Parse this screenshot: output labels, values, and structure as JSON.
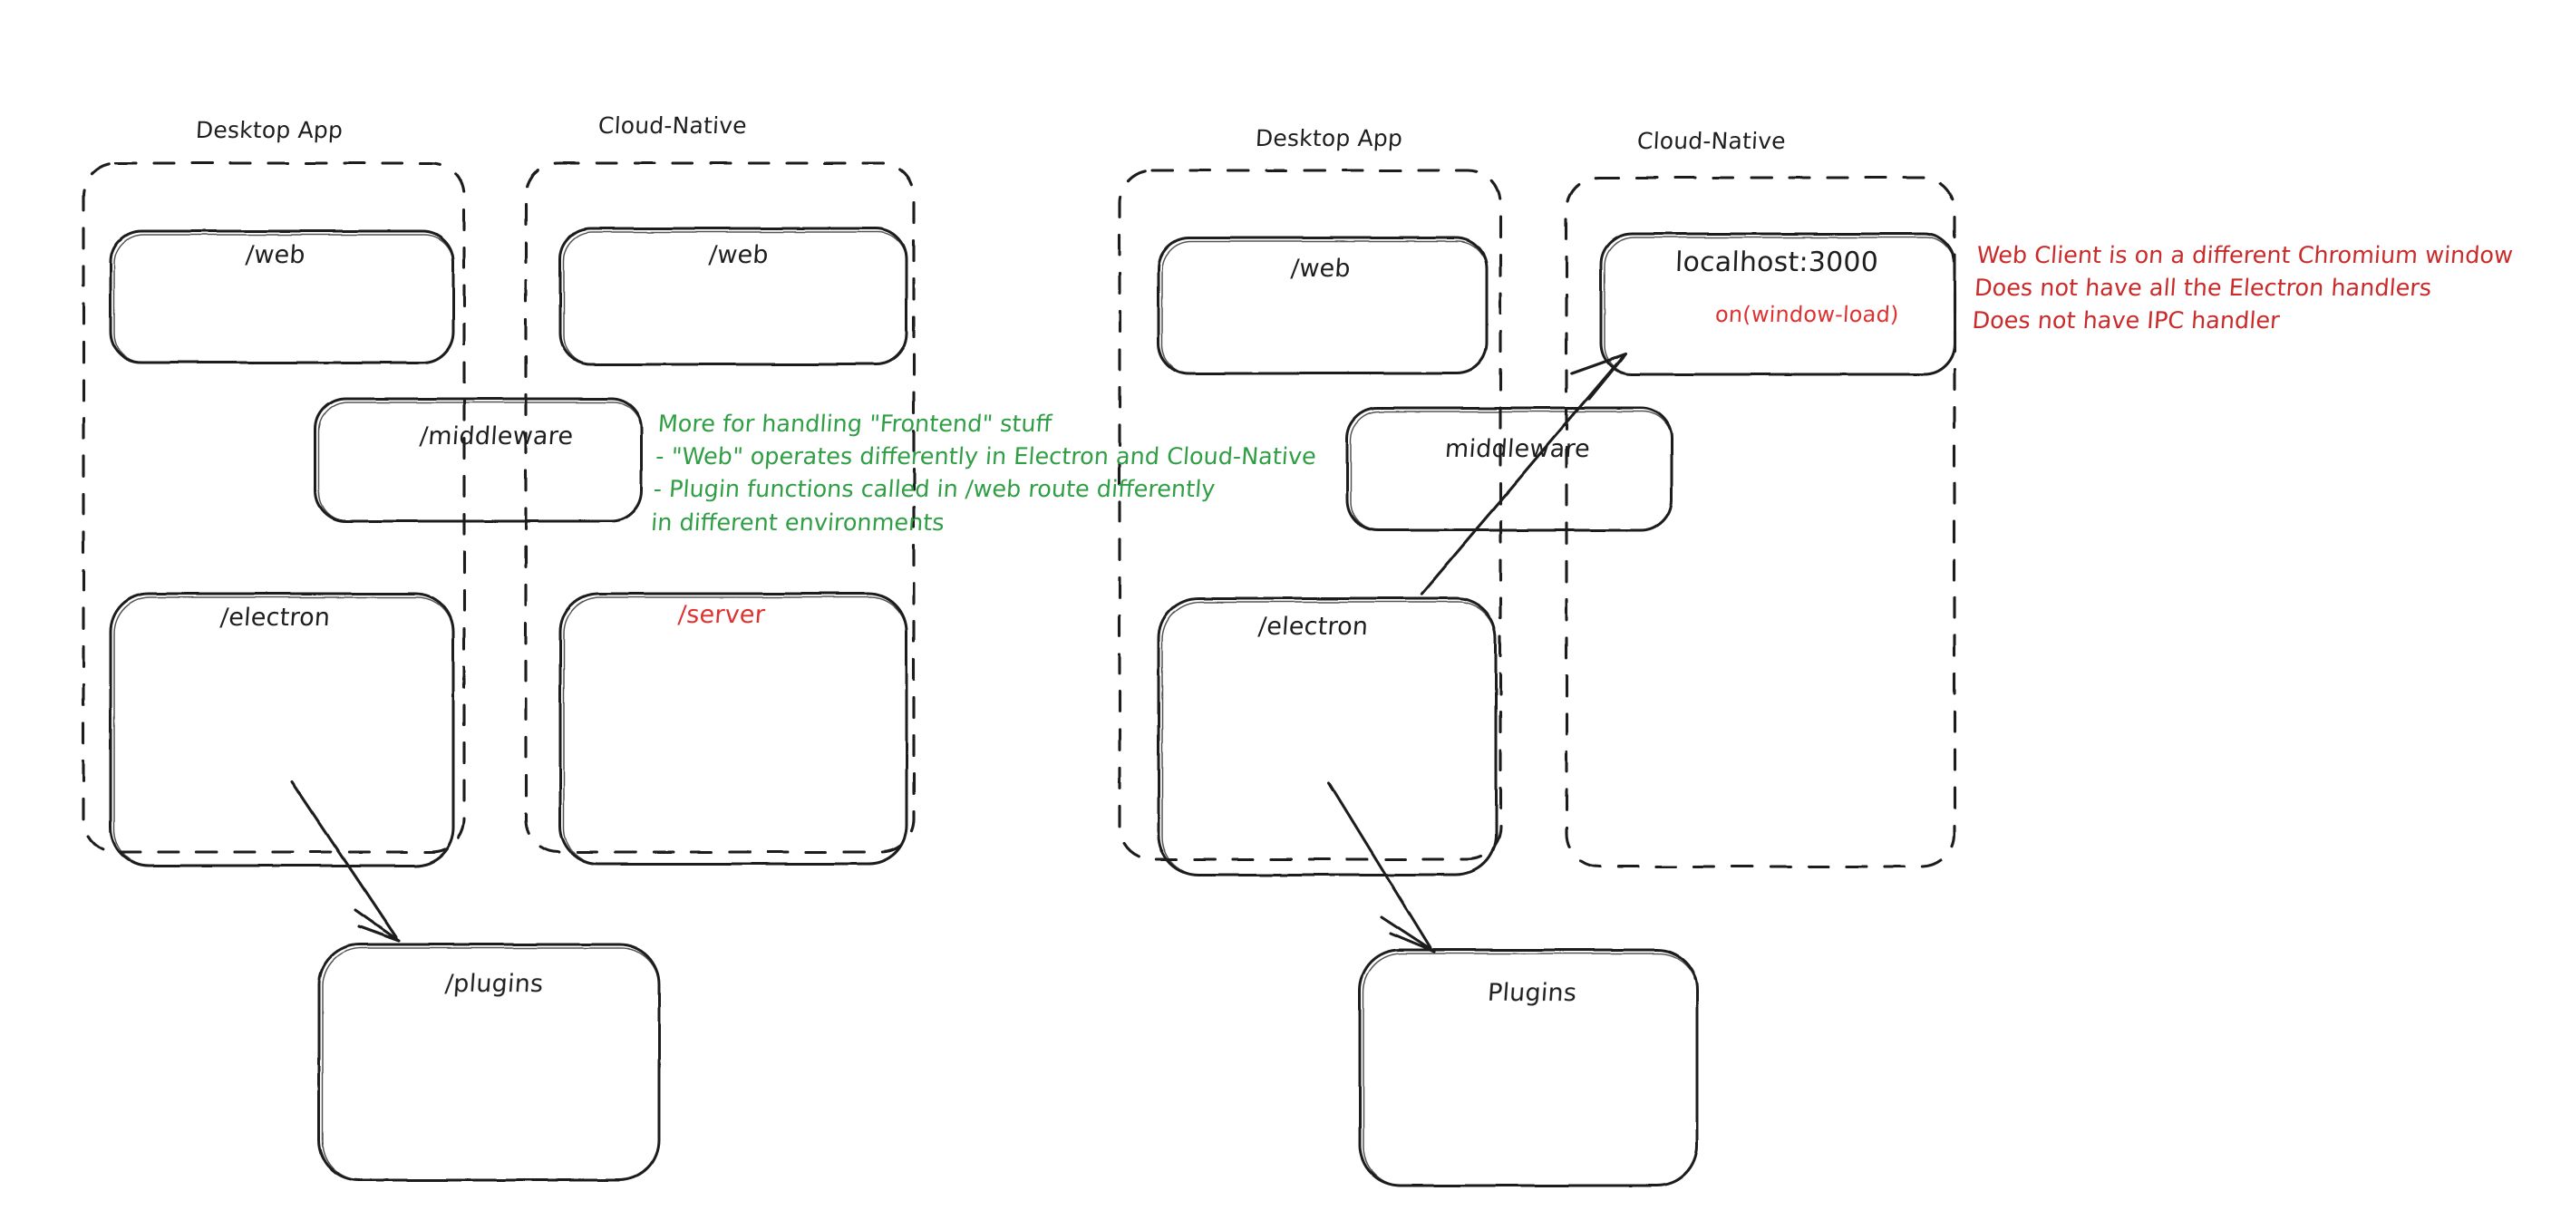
{
  "diagram": {
    "title": "Electron vs Cloud-Native architecture sketch",
    "style": "hand-drawn",
    "background": "#ffffff",
    "colors": {
      "stroke": "#1e1e1e",
      "green_note": "#2f9e44",
      "red_note": "#c92a2a",
      "red_label": "#e03131"
    }
  },
  "left_diagram": {
    "groups": [
      {
        "id": "left-desktop",
        "title": "Desktop App"
      },
      {
        "id": "left-cloud",
        "title": "Cloud-Native"
      }
    ],
    "nodes": [
      {
        "id": "left-desktop-web",
        "label": "/web",
        "color": "#1e1e1e"
      },
      {
        "id": "left-cloud-web",
        "label": "/web",
        "color": "#1e1e1e"
      },
      {
        "id": "left-middleware",
        "label": "/middleware",
        "color": "#1e1e1e"
      },
      {
        "id": "left-electron",
        "label": "/electron",
        "color": "#1e1e1e"
      },
      {
        "id": "left-server",
        "label": "/server",
        "color": "#e03131"
      },
      {
        "id": "left-plugins",
        "label": "/plugins",
        "color": "#1e1e1e"
      }
    ],
    "note_green": "More for handling \"Frontend\" stuff\n- \"Web\" operates differently in Electron and Cloud-Native\n- Plugin functions called in /web route differently\nin different environments"
  },
  "right_diagram": {
    "groups": [
      {
        "id": "right-desktop",
        "title": "Desktop App"
      },
      {
        "id": "right-cloud",
        "title": "Cloud-Native"
      }
    ],
    "nodes": [
      {
        "id": "right-desktop-web",
        "label": "/web",
        "color": "#1e1e1e"
      },
      {
        "id": "right-localhost",
        "label": "localhost:3000",
        "sublabel": "on(window-load)",
        "color": "#1e1e1e",
        "sublabel_color": "#e03131"
      },
      {
        "id": "right-middleware",
        "label": "middleware",
        "color": "#1e1e1e"
      },
      {
        "id": "right-electron",
        "label": "/electron",
        "color": "#1e1e1e"
      },
      {
        "id": "right-plugins",
        "label": "Plugins",
        "color": "#1e1e1e"
      }
    ],
    "note_red": "Web Client is on a different Chromium window\nDoes not have all the Electron handlers\nDoes not have IPC handler"
  },
  "arrows": [
    {
      "id": "arrow-left-electron-to-plugins",
      "from": "left-electron",
      "to": "left-plugins"
    },
    {
      "id": "arrow-right-electron-to-plugins",
      "from": "right-electron",
      "to": "right-plugins"
    },
    {
      "id": "arrow-right-electron-to-localhost",
      "from": "right-electron",
      "to": "right-localhost"
    }
  ]
}
